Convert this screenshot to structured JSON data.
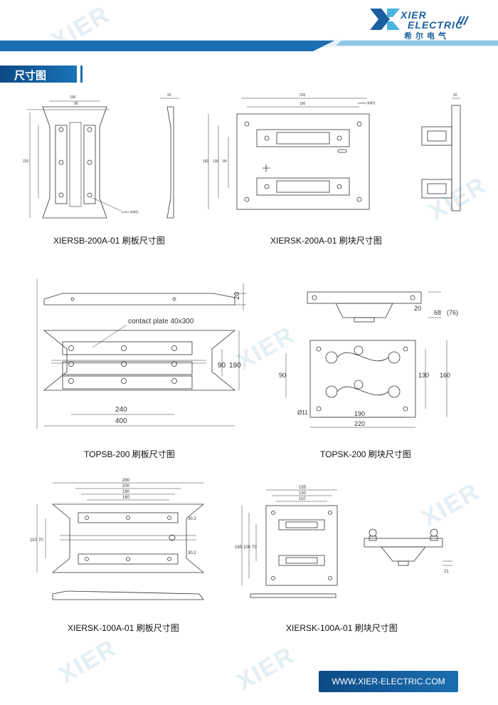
{
  "brand": {
    "line1": "XIER",
    "line2": "ELECTRIC",
    "line3": "希尔电气",
    "watermark": "XIER"
  },
  "section": {
    "title": "尺寸图"
  },
  "drawings": [
    {
      "caption": "XIERSB-200A-01 刷板尺寸图"
    },
    {
      "caption": "XIERSK-200A-01 刷块尺寸图"
    },
    {
      "caption": "TOPSB-200 刷板尺寸图"
    },
    {
      "caption": "TOPSK-200 刷块尺寸图"
    },
    {
      "caption": "XIERSK-100A-01 刷板尺寸图"
    },
    {
      "caption": "XIERSK-100A-01 刷块尺寸图"
    }
  ],
  "dims": {
    "topsb": {
      "d20": "20",
      "contact": "contact plate 40x300",
      "d90": "90",
      "d190": "190",
      "d240": "240",
      "d400": "400"
    },
    "topsk": {
      "d20": "20",
      "d68": "68",
      "d76": "(76)",
      "d90": "90",
      "d130": "130",
      "d160": "160",
      "d11": "Ø11",
      "d190": "190",
      "d220": "220"
    },
    "sb100": {
      "d290": "290",
      "d200": "200",
      "d180": "180",
      "d160": "160",
      "d110": "110",
      "d70": "70",
      "d302": "30.2"
    },
    "sk100": {
      "d155": "155",
      "d130": "130",
      "d110": "110",
      "d165": "165",
      "d100": "100",
      "d70": "70",
      "d21": "21"
    },
    "sb200": {
      "w1": "100",
      "w2": "90",
      "h": "220",
      "t": "20"
    },
    "sk200": {
      "w1": "220",
      "w2": "190",
      "h1": "160",
      "h2": "130",
      "h3": "90",
      "t": "20",
      "note": "4×Ø11 安装孔"
    }
  },
  "footer": {
    "url": "WWW.XIER-ELECTRIC.COM"
  },
  "colors": {
    "brand_blue": "#1a5fa0",
    "header_band": "#1b6fb0",
    "accent": "#4bb3e0"
  }
}
